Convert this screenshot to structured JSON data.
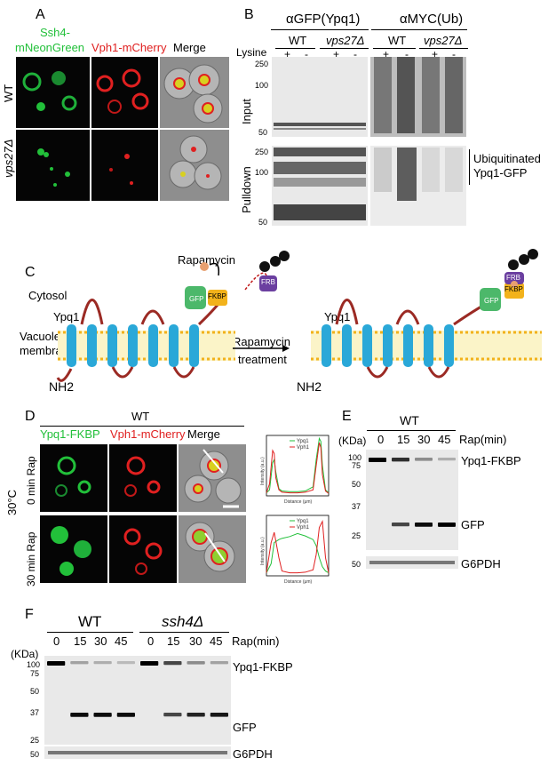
{
  "panels": [
    "A",
    "B",
    "C",
    "D",
    "E",
    "F"
  ],
  "panel_a": {
    "col_headers": [
      "Ssh4-mNeonGreen",
      "Vph1-mCherry",
      "Merge"
    ],
    "header_line1": "Ssh4-",
    "header_line2": "mNeonGreen",
    "rows": [
      "WT",
      "vps27Δ"
    ],
    "colors": {
      "green": "#22c03a",
      "red": "#e02020"
    }
  },
  "panel_b": {
    "groups": [
      "αGFP(Ypq1)",
      "αMYC(Ub)"
    ],
    "strains": [
      "WT",
      "vps27Δ",
      "WT",
      "vps27Δ"
    ],
    "lysine_label": "Lysine",
    "lysine_marks": [
      "+",
      "-",
      "+",
      "-",
      "+",
      "-",
      "+",
      "-"
    ],
    "row_labels": [
      "Input",
      "Pulldown"
    ],
    "markers_input": [
      "250",
      "100",
      "50"
    ],
    "markers_pulldown": [
      "250",
      "100",
      "50"
    ],
    "annotation_line1": "Ubiquitinated",
    "annotation_line2": "Ypq1-GFP"
  },
  "panel_c": {
    "cytosol": "Cytosol",
    "ypq1": "Ypq1",
    "vacuole_line1": "Vacuole",
    "vacuole_line2": "membrane",
    "nh2": "NH2",
    "gfp": "GFP",
    "fkbp": "FKBP",
    "frb": "FRB",
    "ub": "ub",
    "rapamycin": "Rapamycin",
    "treatment_line1": "Rapamycin",
    "treatment_line2": "treatment",
    "colors": {
      "helix": "#2aa8d8",
      "loop": "#9b2a24",
      "gfp": "#4cb86a",
      "fkbp": "#f2b21b",
      "frb": "#6b3fa0",
      "ub": "#111111",
      "rapamycin": "#e8a070",
      "lipid": "#f2d23a"
    }
  },
  "panel_d": {
    "strain": "WT",
    "col_headers": [
      "Ypq1-FKBP",
      "Vph1-mCherry",
      "Merge"
    ],
    "temperature": "30°C",
    "rows": [
      "0 min Rap",
      "30 min Rap"
    ],
    "plot_xlabel": "Distance (μm)",
    "plot_ylabel": "Intensity (a.u.)",
    "legend": [
      "Ypq1",
      "Vph1"
    ]
  },
  "chart_data": [
    {
      "type": "line",
      "title": "",
      "xlabel": "Distance (μm)",
      "ylabel": "Intensity (a.u.)",
      "series": [
        {
          "name": "Ypq1",
          "x": [
            0,
            0.2,
            0.4,
            0.5,
            0.6,
            0.8,
            1.0,
            1.5,
            2.0,
            2.5,
            3.0,
            3.2,
            3.4,
            3.5,
            3.6,
            3.8,
            4.0
          ],
          "values": [
            0.05,
            0.1,
            0.55,
            0.6,
            0.4,
            0.12,
            0.08,
            0.07,
            0.07,
            0.08,
            0.15,
            0.6,
            0.95,
            0.9,
            0.5,
            0.1,
            0.05
          ]
        },
        {
          "name": "Vph1",
          "x": [
            0,
            0.2,
            0.4,
            0.5,
            0.6,
            0.8,
            1.0,
            1.5,
            2.0,
            2.5,
            3.0,
            3.2,
            3.4,
            3.5,
            3.6,
            3.8,
            4.0
          ],
          "values": [
            0.05,
            0.2,
            0.75,
            0.7,
            0.3,
            0.1,
            0.06,
            0.05,
            0.05,
            0.06,
            0.1,
            0.5,
            0.88,
            0.8,
            0.35,
            0.08,
            0.04
          ]
        }
      ]
    },
    {
      "type": "line",
      "title": "",
      "xlabel": "Distance (μm)",
      "ylabel": "Intensity (a.u.)",
      "series": [
        {
          "name": "Ypq1",
          "x": [
            0,
            0.3,
            0.5,
            0.8,
            1.0,
            1.5,
            2.0,
            2.5,
            3.0,
            3.2,
            3.4,
            3.6,
            3.8,
            4.0
          ],
          "values": [
            0.05,
            0.2,
            0.55,
            0.6,
            0.62,
            0.65,
            0.7,
            0.66,
            0.6,
            0.5,
            0.3,
            0.15,
            0.08,
            0.05
          ]
        },
        {
          "name": "Vph1",
          "x": [
            0,
            0.3,
            0.5,
            0.8,
            1.0,
            1.5,
            2.0,
            2.5,
            3.0,
            3.2,
            3.4,
            3.6,
            3.8,
            4.0
          ],
          "values": [
            0.05,
            0.55,
            0.72,
            0.3,
            0.08,
            0.05,
            0.05,
            0.06,
            0.1,
            0.35,
            0.8,
            0.9,
            0.3,
            0.05
          ]
        }
      ]
    }
  ],
  "panel_e": {
    "strain": "WT",
    "kda": "(KDa)",
    "rap_label": "Rap(min)",
    "timepoints": [
      "0",
      "15",
      "30",
      "45"
    ],
    "markers": [
      "100",
      "75",
      "50",
      "37",
      "25",
      "50"
    ],
    "bands": {
      "ypq1_fkbp": "Ypq1-FKBP",
      "gfp": "GFP",
      "g6pdh": "G6PDH"
    },
    "ypq1_intensity": [
      1.0,
      0.7,
      0.3,
      0.15
    ],
    "gfp_intensity": [
      0.0,
      0.6,
      0.85,
      0.95
    ]
  },
  "panel_f": {
    "strains": [
      "WT",
      "ssh4Δ"
    ],
    "kda": "(KDa)",
    "rap_label": "Rap(min)",
    "timepoints": [
      "0",
      "15",
      "30",
      "45",
      "0",
      "15",
      "30",
      "45"
    ],
    "markers": [
      "100",
      "75",
      "50",
      "37",
      "25",
      "50"
    ],
    "bands": {
      "ypq1_fkbp": "Ypq1-FKBP",
      "gfp": "GFP",
      "g6pdh": "G6PDH"
    },
    "ypq1_intensity": [
      1.0,
      0.2,
      0.15,
      0.1,
      1.0,
      0.6,
      0.3,
      0.2
    ],
    "gfp_intensity": [
      0.0,
      0.85,
      0.85,
      0.85,
      0.0,
      0.6,
      0.75,
      0.8
    ]
  }
}
